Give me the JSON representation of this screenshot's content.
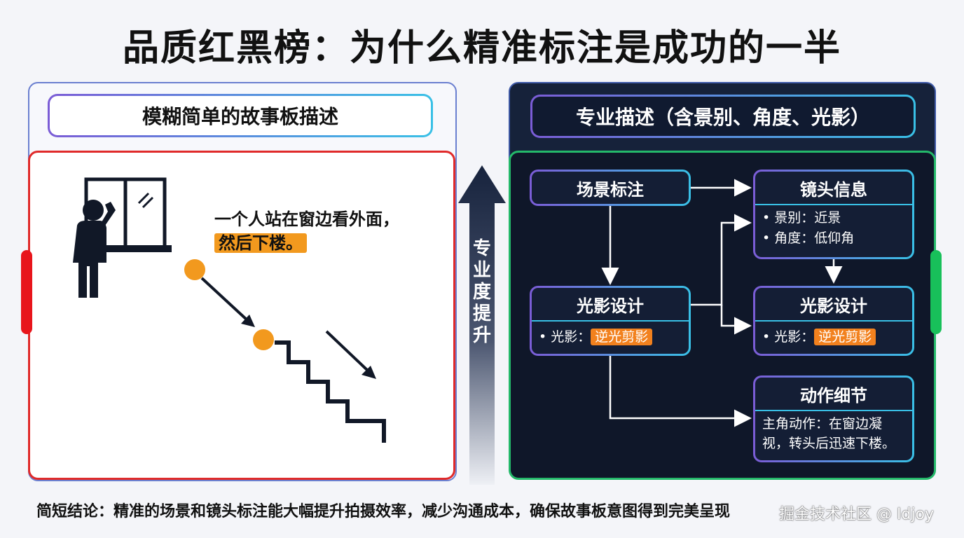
{
  "title": "品质红黑榜：为什么精准标注是成功的一半",
  "left_panel": {
    "header": "模糊简单的故事板描述",
    "description_line1": "一个人站在窗边看外面，",
    "description_line2": "然后下楼。",
    "accent_color": "#e02a2a"
  },
  "middle_arrow": {
    "label_chars": [
      "专",
      "业",
      "度",
      "提",
      "升"
    ]
  },
  "right_panel": {
    "header": "专业描述（含景别、角度、光影）",
    "accent_color": "#24b96a",
    "nodes": {
      "scene": {
        "title": "场景标注"
      },
      "lens": {
        "title": "镜头信息",
        "item1_label": "• 景别：",
        "item1_value": "近景",
        "item2_label": "• 角度：",
        "item2_value": "低仰角"
      },
      "light_left": {
        "title": "光影设计",
        "item_label": "• 光影：",
        "item_value": "逆光剪影"
      },
      "light_right": {
        "title": "光影设计",
        "item_label": "• 光影：",
        "item_value": "逆光剪影"
      },
      "action": {
        "title": "动作细节",
        "line1": "主角动作：在窗边凝",
        "line2": "视，转头后迅速下楼。"
      }
    }
  },
  "footer": "简短结论：精准的场景和镜头标注能大幅提升拍摄效率，减少沟通成本，确保故事板意图得到完美呈现",
  "watermark": "掘金技术社区 @ Idjoy"
}
